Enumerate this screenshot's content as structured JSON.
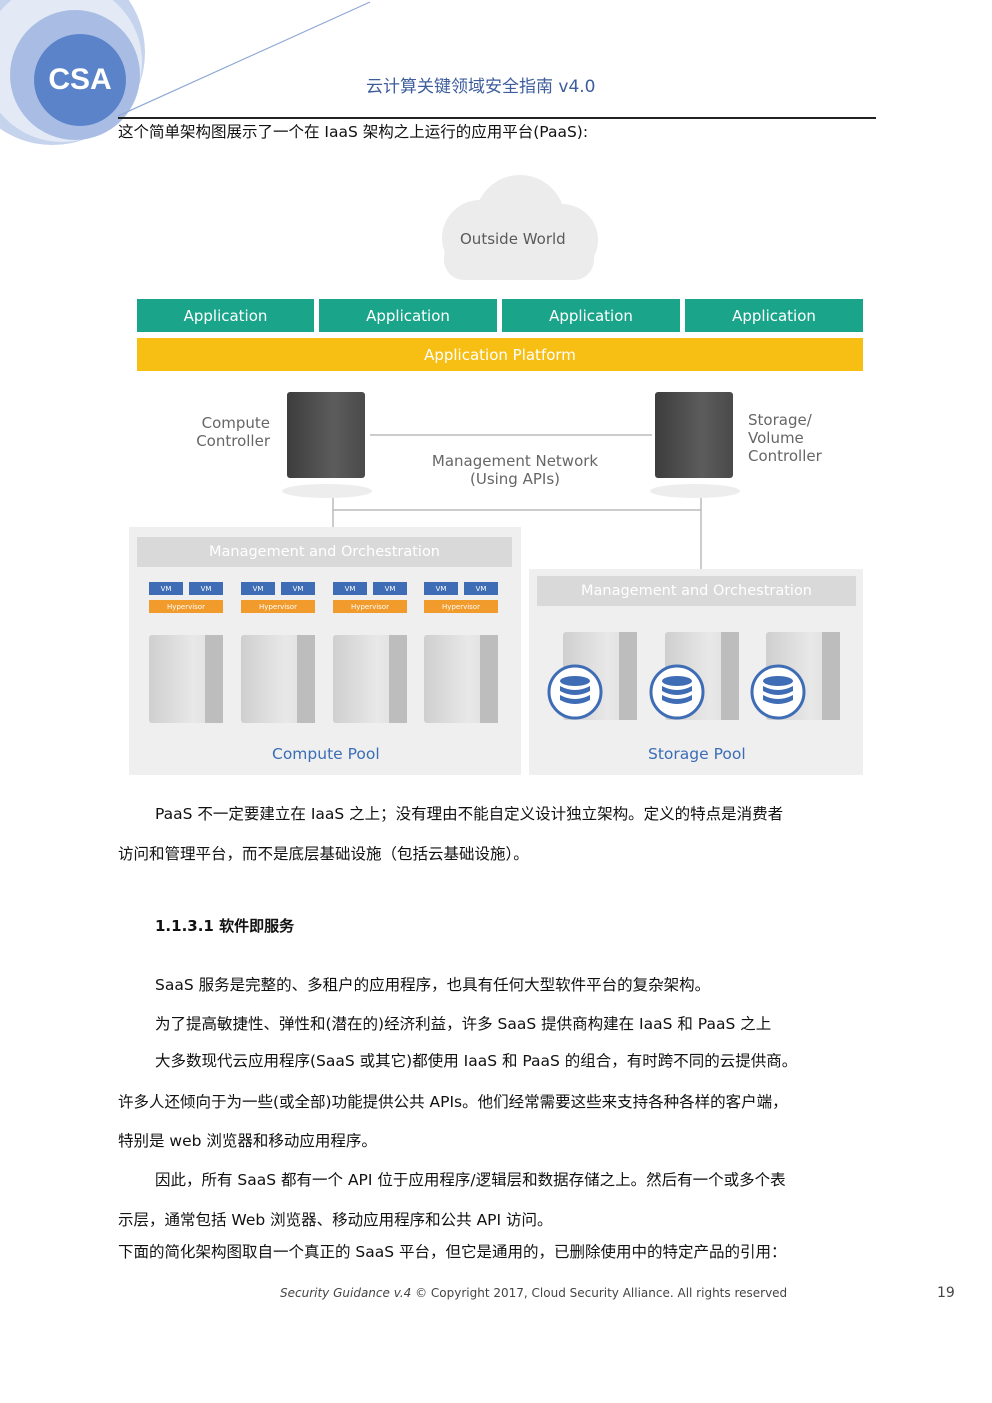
{
  "header": {
    "logo_text": "CSA",
    "title": "云计算关键领域安全指南 v4.0"
  },
  "intro": "这个简单架构图展示了一个在 IaaS 架构之上运行的应用平台(PaaS):",
  "diagram": {
    "cloud_label": "Outside World",
    "applications": [
      "Application",
      "Application",
      "Application",
      "Application"
    ],
    "platform_label": "Application Platform",
    "compute_controller": [
      "Compute",
      "Controller"
    ],
    "storage_controller": [
      "Storage/",
      "Volume",
      "Controller"
    ],
    "network_label": [
      "Management Network",
      "(Using APIs)"
    ],
    "compute_mgmt": "Management and Orchestration",
    "storage_mgmt": "Management and Orchestration",
    "vm_label": "VM",
    "hypervisor_label": "Hypervisor",
    "compute_pool": "Compute Pool",
    "storage_pool": "Storage Pool",
    "colors": {
      "application": "#1aa58a",
      "platform": "#f7be13",
      "vm": "#3f6db5",
      "hypervisor": "#f19b2c",
      "pool_label": "#3a6db5"
    }
  },
  "paragraphs": [
    "PaaS 不一定要建立在 IaaS 之上；没有理由不能自定义设计独立架构。定义的特点是消费者",
    "访问和管理平台，而不是底层基础设施（包括云基础设施）。"
  ],
  "section_heading": "1.1.3.1 软件即服务",
  "body": [
    "SaaS 服务是完整的、多租户的应用程序，也具有任何大型软件平台的复杂架构。",
    "为了提高敏捷性、弹性和(潜在的)经济利益，许多 SaaS 提供商构建在 IaaS 和 PaaS 之上",
    "大多数现代云应用程序(SaaS 或其它)都使用 IaaS 和 PaaS 的组合，有时跨不同的云提供商。",
    "许多人还倾向于为一些(或全部)功能提供公共 APIs。他们经常需要这些来支持各种各样的客户端，",
    "特别是 web 浏览器和移动应用程序。",
    "因此，所有 SaaS 都有一个 API 位于应用程序/逻辑层和数据存储之上。然后有一个或多个表",
    "示层，通常包括 Web 浏览器、移动应用程序和公共 API 访问。",
    "下面的简化架构图取自一个真正的 SaaS 平台，但它是通用的，已删除使用中的特定产品的引用："
  ],
  "footer": {
    "italic": "Security Guidance v.4",
    "text": " © Copyright 2017, Cloud Security Alliance. All rights reserved",
    "page": "19"
  }
}
